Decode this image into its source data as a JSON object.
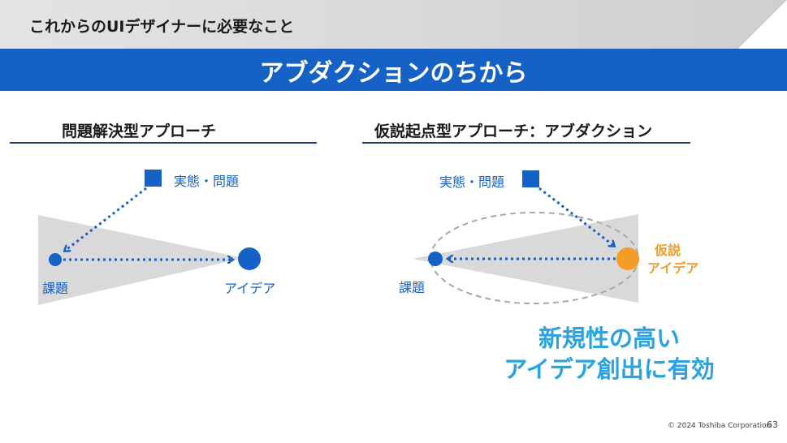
{
  "header": {
    "subtitle": "これからのUIデザイナーに必要なこと",
    "title": "アブダクションのちから"
  },
  "left": {
    "title": "問題解決型アプローチ",
    "labels": {
      "actual": "実態・問題",
      "issue": "課題",
      "idea": "アイデア"
    }
  },
  "right": {
    "title": "仮説起点型アプローチ：アブダクション",
    "labels": {
      "actual": "実態・問題",
      "issue": "課題",
      "hypo_line1": "仮説",
      "hypo_line2": "アイデア"
    }
  },
  "effect": {
    "line1": "新規性の高い",
    "line2": "アイデア創出に有効"
  },
  "footer": {
    "copyright": "© 2024 Toshiba Corporation",
    "page": "63"
  },
  "colors": {
    "blue": "#1561c6",
    "orange": "#f39c27",
    "cyan": "#2aa3e0",
    "gray": "#d9d9d9"
  }
}
